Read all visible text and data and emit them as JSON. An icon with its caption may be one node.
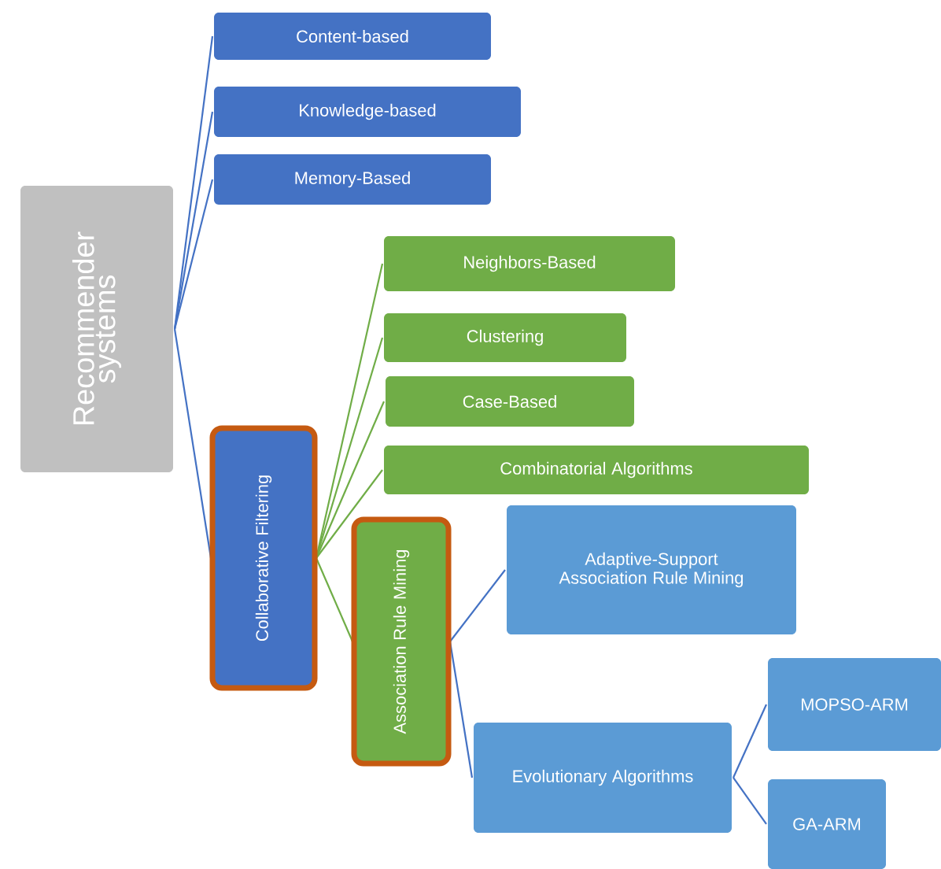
{
  "diagram": {
    "nodes": [
      {
        "text": [
          "Recommender systems"
        ]
      },
      {
        "text": [
          "Content-based"
        ]
      },
      {
        "text": [
          "Knowledge-based"
        ]
      },
      {
        "text": [
          "Memory-Based"
        ]
      },
      {
        "text": [
          "Collaborative Filtering"
        ]
      },
      {
        "text": [
          "Neighbors-Based"
        ]
      },
      {
        "text": [
          "Clustering"
        ]
      },
      {
        "text": [
          "Case-Based"
        ]
      },
      {
        "text": [
          "Combinatorial Algorithms"
        ]
      },
      {
        "text": [
          "Association Rule Mining"
        ]
      },
      {
        "text": [
          "Adaptive-Support Association Rule Mining"
        ]
      },
      {
        "text": [
          "Evolutionary Algorithms"
        ]
      },
      {
        "text": [
          "MOPSO-ARM"
        ]
      },
      {
        "text": [
          "GA-ARM"
        ]
      }
    ],
    "edges": [
      {
        "from": 0,
        "to": 1,
        "arrow": "none"
      },
      {
        "from": 0,
        "to": 2,
        "arrow": "none"
      },
      {
        "from": 0,
        "to": 3,
        "arrow": "none"
      },
      {
        "from": 0,
        "to": 4,
        "arrow": "none"
      },
      {
        "from": 4,
        "to": 5,
        "arrow": "none",
        "color": "#70ad47"
      },
      {
        "from": 4,
        "to": 6,
        "arrow": "none",
        "color": "#70ad47"
      },
      {
        "from": 4,
        "to": 7,
        "arrow": "none",
        "color": "#70ad47"
      },
      {
        "from": 4,
        "to": 8,
        "arrow": "none",
        "color": "#70ad47"
      },
      {
        "from": 4,
        "to": 9,
        "arrow": "none",
        "color": "#70ad47"
      },
      {
        "from": 9,
        "to": 10,
        "arrow": "none"
      },
      {
        "from": 9,
        "to": 11,
        "arrow": "none"
      },
      {
        "from": 11,
        "to": 12,
        "arrow": "none"
      },
      {
        "from": 11,
        "to": 13,
        "arrow": "none"
      }
    ]
  }
}
